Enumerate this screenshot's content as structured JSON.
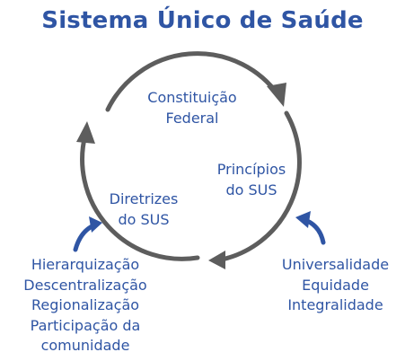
{
  "title": "Sistema Único de Saúde",
  "colors": {
    "text": "#2f55a4",
    "cycle": "#5d5d5d",
    "accent_arrow": "#2f55a4",
    "background": "#ffffff"
  },
  "cycle": {
    "constituicao": [
      "Constituição",
      "Federal"
    ],
    "principios": [
      "Princípios",
      "do SUS"
    ],
    "diretrizes": [
      "Diretrizes",
      "do SUS"
    ]
  },
  "diretrizes_list": [
    "Hierarquização",
    "Descentralização",
    "Regionalização",
    "Participação da",
    "comunidade"
  ],
  "principios_list": [
    "Universalidade",
    "Equidade",
    "Integralidade"
  ],
  "icons": [
    "curved-arrow-icon"
  ]
}
